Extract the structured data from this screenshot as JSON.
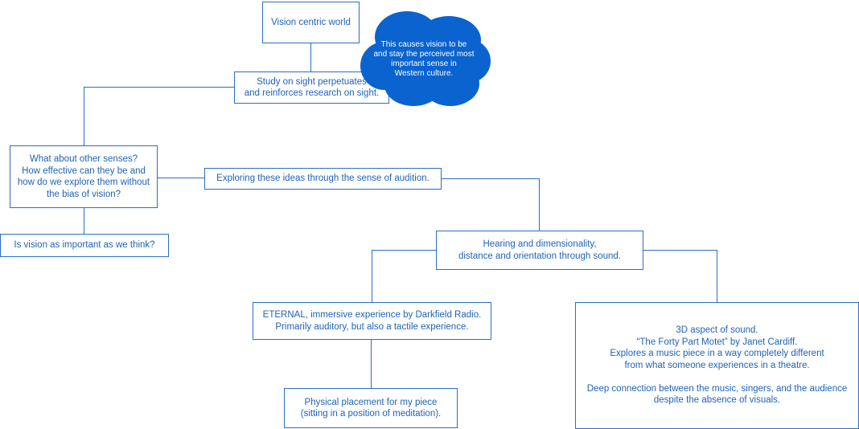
{
  "diagram": {
    "accent_color": "#2a6fc2",
    "text_color": "#1f63b8",
    "cloud_color": "#0a63cf",
    "nodes": {
      "vision_centric": "Vision centric world",
      "study_sight": "Study on sight perpetuates\nand reinforces research on sight.",
      "other_senses": "What about other senses?\nHow effective can they be and\nhow do we explore them without\nthe bias of vision?",
      "vision_important": "Is vision as important as we think?",
      "exploring_audition": "Exploring these ideas through the sense of audition.",
      "hearing_dimensionality": "Hearing and dimensionality,\ndistance and  orientation through sound.",
      "eternal": "ETERNAL, immersive experience by Darkfield Radio.\nPrimarily auditory, but also a tactile experience.",
      "physical_placement": "Physical placement for my piece\n(sitting in a position of meditation).",
      "aspect_3d": "3D aspect of sound.\n“The Forty Part Motet” by Janet Cardiff.\nExplores a music piece in a way completely different\nfrom what someone experiences in a theatre.\n\nDeep connection between the music, singers, and the audience\ndespite the absence of visuals."
    },
    "cloud_note": "This causes vision to be\nand stay the perceived most\nimportant sense in\nWestern culture."
  }
}
